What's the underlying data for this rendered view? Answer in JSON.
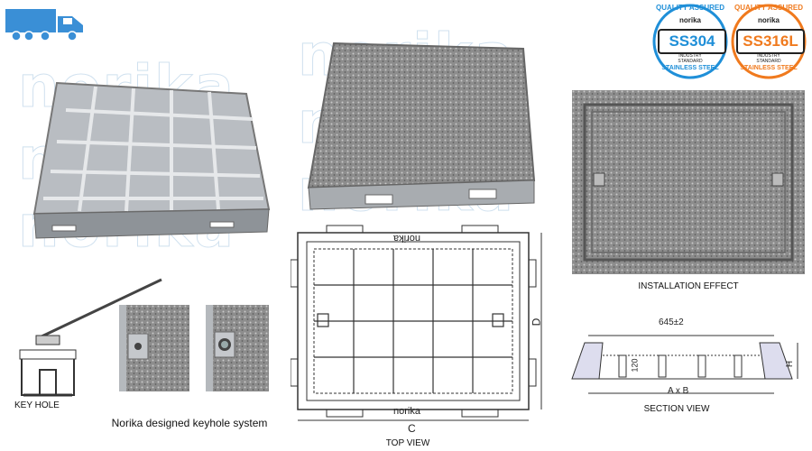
{
  "watermark": "norika",
  "badges": [
    {
      "top": "QUALITY ASSURED",
      "brand": "norika",
      "code": "SS304",
      "standard_line1": "INDUSTRY",
      "standard_line2": "STANDARD",
      "bottom": "STAINLESS STEEL",
      "color": "#1f8fd8"
    },
    {
      "top": "QUALITY ASSURED",
      "brand": "norika",
      "code": "SS316L",
      "standard_line1": "INDUSTRY",
      "standard_line2": "STANDARD",
      "bottom": "STAINLESS STEEL",
      "color": "#f07a1e"
    }
  ],
  "captions": {
    "installation": "INSTALLATION EFFECT",
    "key_hole": "KEY HOLE",
    "keyhole_system": "Norika designed keyhole system",
    "top_view": "TOP VIEW",
    "section_view": "SECTION VIEW"
  },
  "top_view": {
    "brand": "norika",
    "brand_flipped": "norika",
    "dim_c": "C",
    "dim_d": "D"
  },
  "section": {
    "width": "645±2",
    "depth": "120",
    "height": "H",
    "ab": "A x B"
  },
  "colors": {
    "truck": "#3a8fd6",
    "steel": "#9aa0a6",
    "granite": "#8d8d8d",
    "line": "#333333"
  }
}
